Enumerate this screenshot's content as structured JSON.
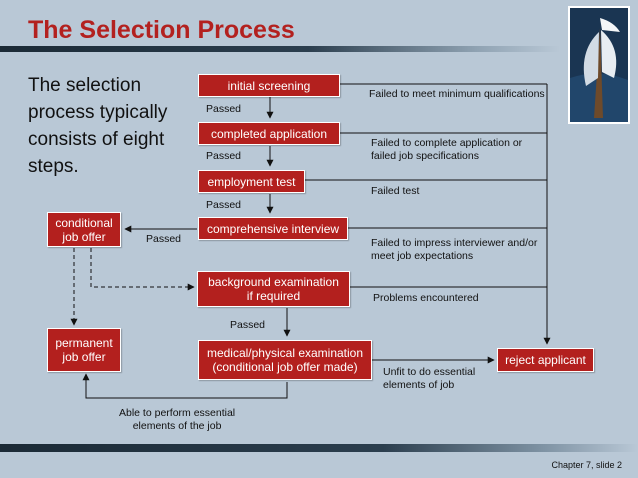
{
  "slide": {
    "title": "The Selection Process",
    "intro": "The selection process typically consists of eight steps.",
    "footer": "Chapter 7, slide 2"
  },
  "colors": {
    "box": "#b3201e",
    "title": "#b3211f",
    "background": "#b9c8d6"
  },
  "boxes": {
    "initial_screening": "initial screening",
    "completed_application": "completed application",
    "employment_test": "employment test",
    "comprehensive_interview": "comprehensive interview",
    "background_examination": "background examination\nif required",
    "medical_examination": "medical/physical examination\n(conditional job offer made)",
    "conditional_job_offer": "conditional\njob offer",
    "permanent_job_offer": "permanent\njob offer",
    "reject_applicant": "reject applicant"
  },
  "labels": {
    "passed_1": "Passed",
    "passed_2": "Passed",
    "passed_3": "Passed",
    "passed_interview": "Passed",
    "passed_background": "Passed",
    "failed_qualifications": "Failed to meet minimum qualifications",
    "failed_application": "Failed to complete application or\nfailed job specifications",
    "failed_test": "Failed test",
    "failed_interview": "Failed to impress interviewer and/or\nmeet job expectations",
    "problems": "Problems encountered",
    "unfit": "Unfit to do essential\nelements of job",
    "able": "Able to perform essential\nelements of the job"
  }
}
